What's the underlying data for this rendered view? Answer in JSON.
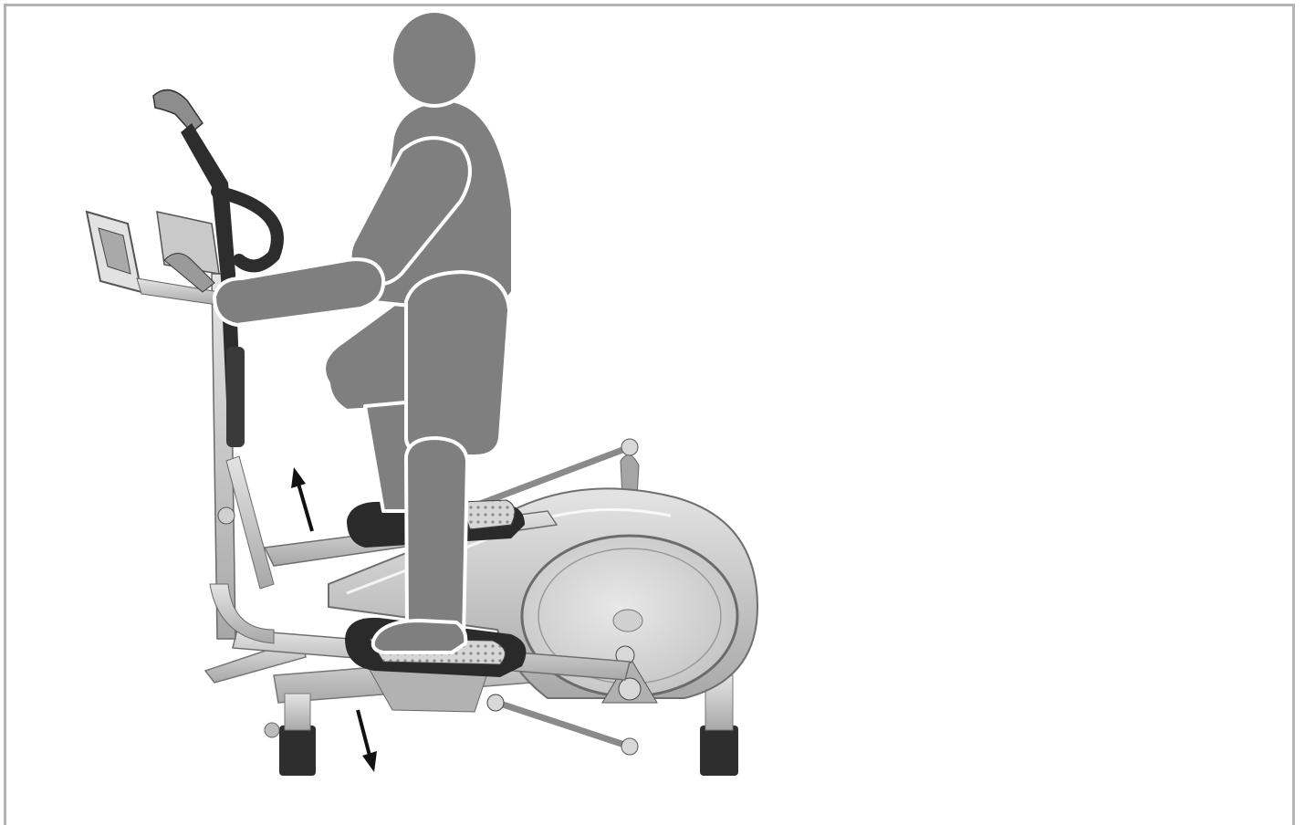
{
  "figure": {
    "subject": "elliptical-cross-trainer-user-diagram",
    "colors": {
      "frame_border": "#b3b3b3",
      "figure_fill": "#7f7f7f",
      "figure_outline": "#ffffff",
      "machine_metal": "#c8c8c8",
      "machine_dark": "#2e2e2e",
      "arrow": "#111111"
    },
    "arrows": [
      {
        "name": "pedal-up-arrow",
        "direction": "up"
      },
      {
        "name": "pedal-down-arrow",
        "direction": "down"
      }
    ]
  }
}
